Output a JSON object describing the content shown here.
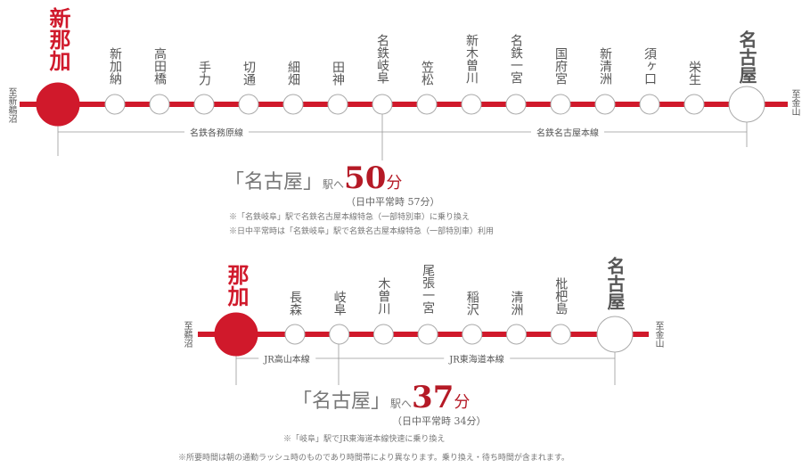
{
  "colors": {
    "line": "#d0192b",
    "text": "#555555",
    "accent": "#b51a26"
  },
  "route1": {
    "origin": "新那加",
    "dir_left": "至新鵜沼",
    "dir_right": "至金山",
    "stations": [
      "新加納",
      "高田橋",
      "手力",
      "切通",
      "細畑",
      "田神",
      "名鉄岐阜",
      "笠松",
      "新木曽川",
      "名鉄一宮",
      "国府宮",
      "新清洲",
      "須ヶ口",
      "栄生"
    ],
    "terminal": "名古屋",
    "segments": [
      "名鉄各務原線",
      "名鉄名古屋本線"
    ],
    "headline": {
      "prefix": "「名古屋」",
      "station_suffix": "駅へ",
      "minutes": "50",
      "unit": "分"
    },
    "daytime": "（日中平常時 57分）",
    "notes": [
      "※「名鉄岐阜」駅で名鉄名古屋本線特急（一部特別車）に乗り換え",
      "※日中平常時は「名鉄岐阜」駅で名鉄名古屋本線特急（一部特別車）利用"
    ]
  },
  "route2": {
    "origin": "那加",
    "dir_left": "至鵜沼",
    "dir_right": "至金山",
    "stations": [
      "長森",
      "岐阜",
      "木曽川",
      "尾張一宮",
      "稲沢",
      "清洲",
      "枇杷島"
    ],
    "terminal": "名古屋",
    "segments": [
      "JR高山本線",
      "JR東海道本線"
    ],
    "headline": {
      "prefix": "「名古屋」",
      "station_suffix": "駅へ",
      "minutes": "37",
      "unit": "分"
    },
    "daytime": "（日中平常時 34分）",
    "notes": [
      "※「岐阜」駅でJR東海道本線快速に乗り換え"
    ]
  },
  "footer": "※所要時間は朝の通勤ラッシュ時のものであり時間帯により異なります。乗り換え・待ち時間が含まれます。"
}
